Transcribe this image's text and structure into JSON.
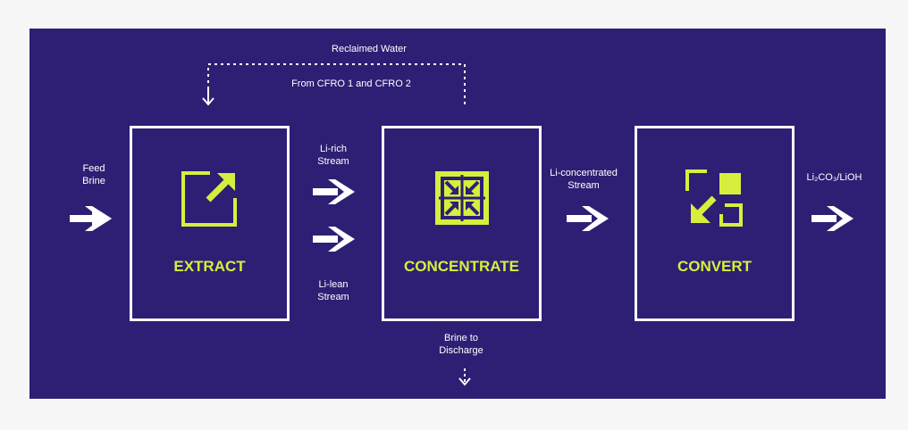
{
  "labels": {
    "reclaimed_line1": "Reclaimed Water",
    "reclaimed_line2": "From CFRO 1 and CFRO 2",
    "feed_brine": "Feed\nBrine",
    "li_rich": "Li-rich\nStream",
    "li_lean": "Li-lean\nStream",
    "li_concentrated": "Li-concentrated\nStream",
    "product": "Li₂CO₃/LiOH",
    "brine_discharge": "Brine to\nDischarge"
  },
  "stages": [
    {
      "name": "EXTRACT",
      "icon": "extract-icon"
    },
    {
      "name": "CONCENTRATE",
      "icon": "concentrate-icon"
    },
    {
      "name": "CONVERT",
      "icon": "convert-icon"
    }
  ],
  "colors": {
    "background": "#2e1f74",
    "accent": "#d7ef3c",
    "line": "#ffffff"
  }
}
